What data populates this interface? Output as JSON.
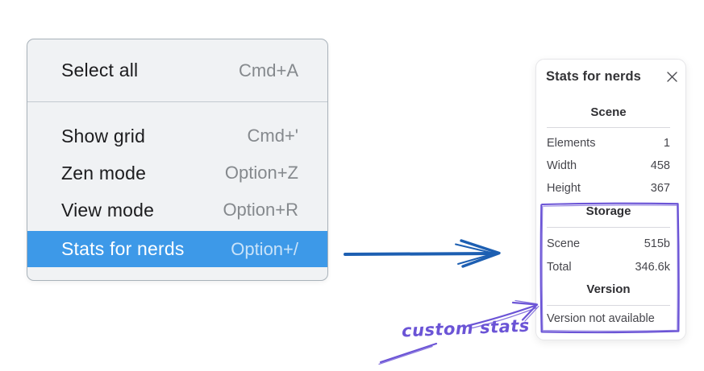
{
  "menu": {
    "items": [
      {
        "label": "Select all",
        "shortcut": "Cmd+A",
        "highlighted": false
      },
      {
        "label": "Show grid",
        "shortcut": "Cmd+'",
        "highlighted": false
      },
      {
        "label": "Zen mode",
        "shortcut": "Option+Z",
        "highlighted": false
      },
      {
        "label": "View mode",
        "shortcut": "Option+R",
        "highlighted": false
      },
      {
        "label": "Stats for nerds",
        "shortcut": "Option+/",
        "highlighted": true
      }
    ],
    "highlight_color": "#3d99e8"
  },
  "stats_panel": {
    "title": "Stats for nerds",
    "sections": [
      {
        "heading": "Scene",
        "rows": [
          {
            "label": "Elements",
            "value": "1"
          },
          {
            "label": "Width",
            "value": "458"
          },
          {
            "label": "Height",
            "value": "367"
          }
        ]
      },
      {
        "heading": "Storage",
        "rows": [
          {
            "label": "Scene",
            "value": "515b"
          },
          {
            "label": "Total",
            "value": "346.6k"
          }
        ]
      },
      {
        "heading": "Version",
        "note": "Version not available"
      }
    ]
  },
  "annotations": {
    "label": "custom stats",
    "purple": "#6b54d6",
    "arrow_blue": "#1d5fb2"
  }
}
